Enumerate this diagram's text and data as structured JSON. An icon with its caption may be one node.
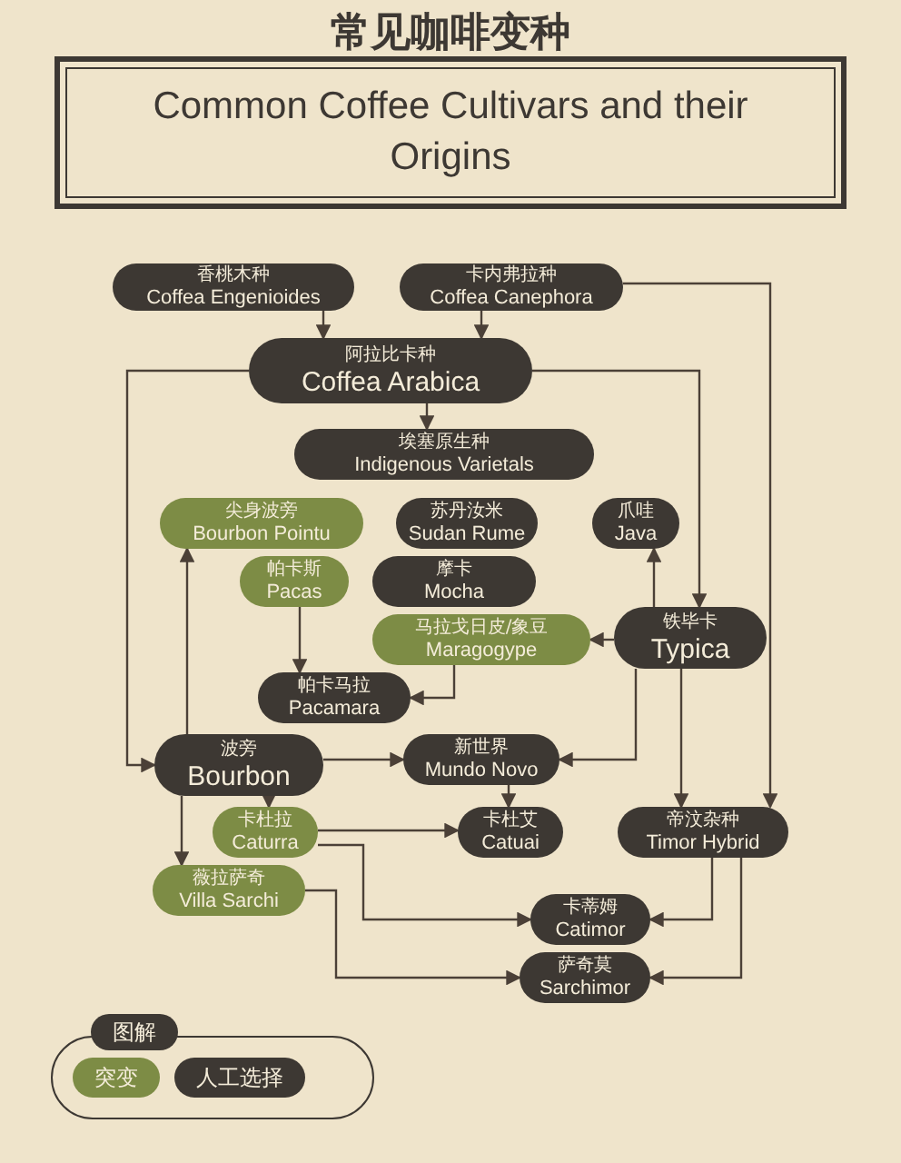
{
  "diagram": {
    "title": "常见咖啡变种",
    "nodes": [
      {
        "text": [
          "香桃木种",
          "Coffea Engenioides"
        ]
      },
      {
        "text": [
          "卡内弗拉种",
          "Coffea Canephora"
        ]
      },
      {
        "text": [
          "阿拉比卡种",
          "Coffea Arabica"
        ]
      },
      {
        "text": [
          "埃塞原生种",
          "Indigenous Varietals"
        ]
      },
      {
        "text": [
          "尖身波旁",
          "Bourbon Pointu"
        ]
      },
      {
        "text": [
          "爪哇",
          "Java"
        ]
      },
      {
        "text": [
          "苏丹汝米",
          "Sudan Rume"
        ]
      },
      {
        "text": [
          "摩卡",
          "Mocha"
        ]
      },
      {
        "text": [
          "帕卡斯",
          "Pacas"
        ]
      },
      {
        "text": [
          "马拉戈日皮/象豆",
          "Maragogype"
        ]
      },
      {
        "text": [
          "帕卡马拉",
          "Pacamara"
        ]
      },
      {
        "text": [
          "波旁",
          "Bourbon"
        ]
      },
      {
        "text": [
          "新世界",
          "Mundo Novo"
        ]
      },
      {
        "text": [
          "铁毕卡",
          "Typica"
        ]
      },
      {
        "text": [
          "卡杜拉",
          "Caturra"
        ]
      },
      {
        "text": [
          "卡杜艾",
          "Catuai"
        ]
      },
      {
        "text": [
          "帝汶杂种",
          "Timor Hybrid"
        ]
      },
      {
        "text": [
          "薇拉萨奇",
          "Villa Sarchi"
        ]
      },
      {
        "text": [
          "卡蒂姆",
          "Catimor"
        ]
      },
      {
        "text": [
          "萨奇莫",
          "Sarchimor"
        ]
      }
    ],
    "edges": [
      {
        "from": 0,
        "to": 2,
        "arrow": "to"
      },
      {
        "from": 1,
        "to": 2,
        "arrow": "to"
      },
      {
        "from": 2,
        "to": 3,
        "arrow": "to"
      },
      {
        "from": 2,
        "to": 11,
        "arrow": "to"
      },
      {
        "from": 2,
        "to": 13,
        "arrow": "to"
      },
      {
        "from": 1,
        "to": 16,
        "arrow": "to"
      },
      {
        "from": 11,
        "to": 4,
        "arrow": "to"
      },
      {
        "from": 13,
        "to": 5,
        "arrow": "to"
      },
      {
        "from": 13,
        "to": 12,
        "arrow": "to"
      },
      {
        "from": 11,
        "to": 12,
        "arrow": "to"
      },
      {
        "from": 13,
        "to": 9,
        "arrow": "to"
      },
      {
        "from": 8,
        "to": 10,
        "arrow": "to"
      },
      {
        "from": 9,
        "to": 10,
        "arrow": "to"
      },
      {
        "from": 11,
        "to": 14,
        "arrow": "to"
      },
      {
        "from": 11,
        "to": 17,
        "arrow": "to"
      },
      {
        "from": 12,
        "to": 15,
        "arrow": "to"
      },
      {
        "from": 14,
        "to": 15,
        "arrow": "to"
      },
      {
        "from": 14,
        "to": 18,
        "arrow": "to"
      },
      {
        "from": 16,
        "to": 18,
        "arrow": "to"
      },
      {
        "from": 17,
        "to": 19,
        "arrow": "to"
      },
      {
        "from": 16,
        "to": 19,
        "arrow": "to"
      },
      {
        "from": 13,
        "to": 16,
        "arrow": "to"
      }
    ],
    "labels": [
      "Common Coffee Cultivars and their Origins",
      "图解"
    ],
    "legend": [
      {
        "text": "突变",
        "color": "#7d8c45"
      },
      {
        "text": "人工选择",
        "color": "#3d3833"
      }
    ]
  }
}
